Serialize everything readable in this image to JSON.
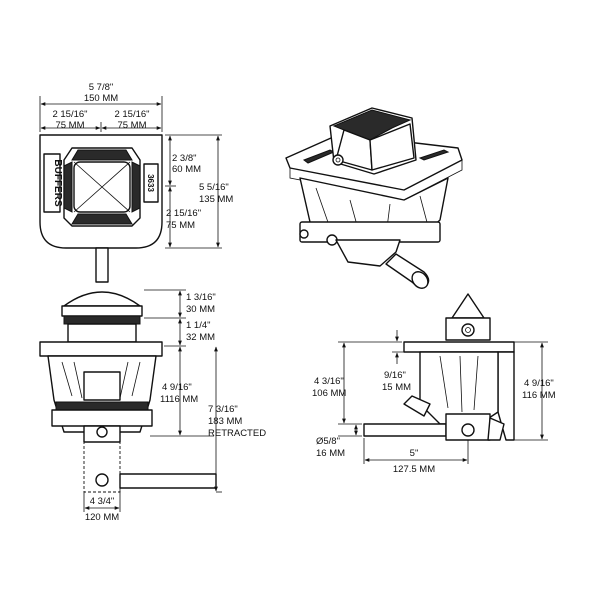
{
  "top_view": {
    "overall_width": [
      "5 7/8\"",
      "150 MM"
    ],
    "half_width_left": [
      "2 15/16\"",
      "75 MM"
    ],
    "half_width_right": [
      "2 15/16\"",
      "75 MM"
    ],
    "upper_height": [
      "2 3/8\"",
      "60 MM"
    ],
    "lower_height": [
      "2 15/16\"",
      "75 MM"
    ],
    "total_height": [
      "5 5/16\"",
      "135 MM"
    ],
    "side_label": "BUFFERS",
    "part_number": "3633"
  },
  "front_view": {
    "head_height": [
      "1 3/16\"",
      "30 MM"
    ],
    "collar_height": [
      "1 1/4\"",
      "32 MM"
    ],
    "body_height": [
      "4 9/16\"",
      "1116 MM"
    ],
    "retracted_height": [
      "7 3/16\"",
      "183 MM",
      "RETRACTED"
    ],
    "handle_width": [
      "4 3/4\"",
      "120 MM"
    ]
  },
  "side_view": {
    "lower_height": [
      "4 3/16\"",
      "106 MM"
    ],
    "offset": [
      "9/16\"",
      "15 MM"
    ],
    "overall_height": [
      "4 9/16\"",
      "116 MM"
    ],
    "pin_diameter": [
      "Ø5/8\"",
      "16 MM"
    ],
    "pin_length": [
      "5\"",
      "127.5 MM"
    ]
  }
}
